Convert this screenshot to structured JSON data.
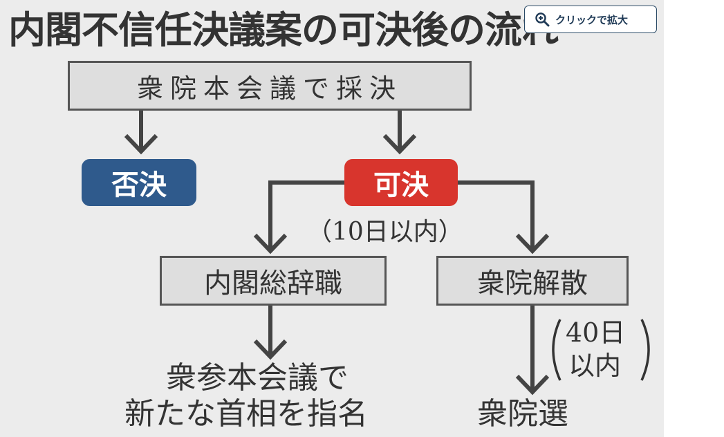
{
  "title": "内閣不信任決議案の可決後の流れ",
  "zoom_button": {
    "label": "クリックで拡大",
    "icon": "zoom-in-icon"
  },
  "colors": {
    "background": "#ececec",
    "box_fill": "#dedede",
    "box_border": "#555555",
    "rejected": "#2f5a8c",
    "passed": "#d8352d",
    "text": "#333333",
    "accent": "#1f3a56"
  },
  "nodes": {
    "vote": "衆院本会議で採決",
    "rejected": "否決",
    "passed": "可決",
    "within_10_days": "（10日以内）",
    "resignation": "内閣総辞職",
    "dissolution": "衆院解散",
    "within_40_days_line1": "40日",
    "within_40_days_line2": "以内",
    "nomination_line1": "衆参本会議で",
    "nomination_line2": "新たな首相を指名",
    "election": "衆院選"
  }
}
